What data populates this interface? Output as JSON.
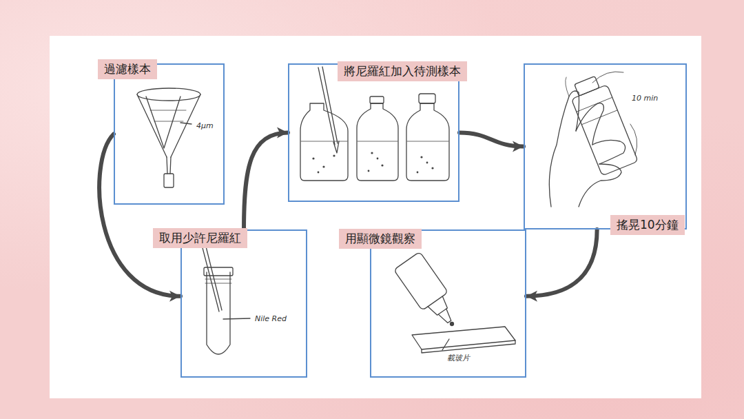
{
  "diagram": {
    "nodes": [
      {
        "text": [
          "過濾樣本",
          "4μm"
        ]
      },
      {
        "text": [
          "將尼羅紅加入待測樣本"
        ]
      },
      {
        "text": [
          "搖晃10分鐘",
          "10 min"
        ]
      },
      {
        "text": [
          "取用少許尼羅紅",
          "Nile Red"
        ]
      },
      {
        "text": [
          "用顯微鏡觀察",
          "載玻片"
        ]
      }
    ],
    "edges": [
      {
        "from": 0,
        "to": 3,
        "arrow": "to"
      },
      {
        "from": 3,
        "to": 1,
        "arrow": "to"
      },
      {
        "from": 1,
        "to": 2,
        "arrow": "to"
      },
      {
        "from": 2,
        "to": 4,
        "arrow": "to"
      }
    ]
  }
}
